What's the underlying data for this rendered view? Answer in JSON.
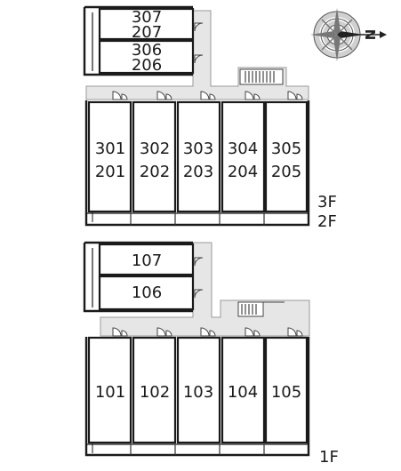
{
  "upper_floor": {
    "side_units": [
      {
        "upper": "307",
        "lower": "207"
      },
      {
        "upper": "306",
        "lower": "206"
      }
    ],
    "main_units": [
      {
        "upper": "301",
        "lower": "201"
      },
      {
        "upper": "302",
        "lower": "202"
      },
      {
        "upper": "303",
        "lower": "203"
      },
      {
        "upper": "304",
        "lower": "204"
      },
      {
        "upper": "305",
        "lower": "205"
      }
    ],
    "floor_labels": [
      "3F",
      "2F"
    ]
  },
  "ground_floor": {
    "side_units": [
      "107",
      "106"
    ],
    "main_units": [
      "101",
      "102",
      "103",
      "104",
      "105"
    ],
    "floor_label": "1F"
  },
  "compass": {
    "direction_letter": "N",
    "icon": "compass-rose-icon"
  }
}
